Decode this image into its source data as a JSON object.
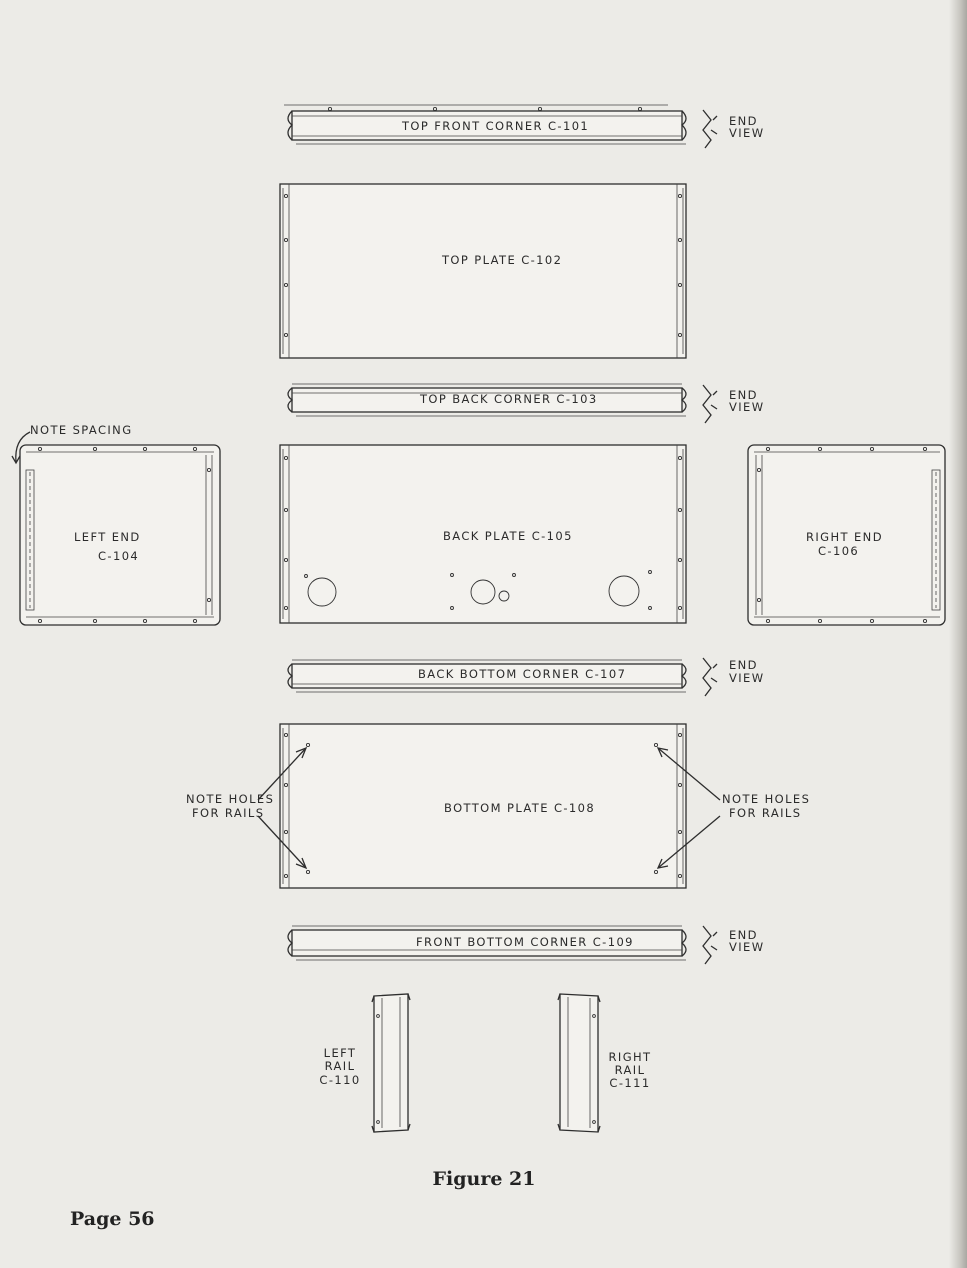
{
  "parts": {
    "c101": "TOP  FRONT  CORNER          C-101",
    "c102": "TOP  PLATE    C-102",
    "c103": "TOP  BACK  CORNER   C-103",
    "c104_a": "LEFT  END",
    "c104_b": "C-104",
    "c105": "BACK  PLATE    C-105",
    "c106_a": "RIGHT  END",
    "c106_b": "C-106",
    "c107": "BACK  BOTTOM  CORNER   C-107",
    "c108": "BOTTOM  PLATE   C-108",
    "c109": "FRONT  BOTTOM  CORNER  C-109",
    "c110_a": "LEFT",
    "c110_b": "RAIL",
    "c110_c": "C-110",
    "c111_a": "RIGHT",
    "c111_b": "RAIL",
    "c111_c": "C-111"
  },
  "callouts": {
    "end": "END",
    "view": "VIEW",
    "note_spacing": "NOTE  SPACING",
    "note_holes": "NOTE  HOLES",
    "for_rails": "FOR  RAILS"
  },
  "caption": "Figure 21",
  "page_label": "Page 56"
}
